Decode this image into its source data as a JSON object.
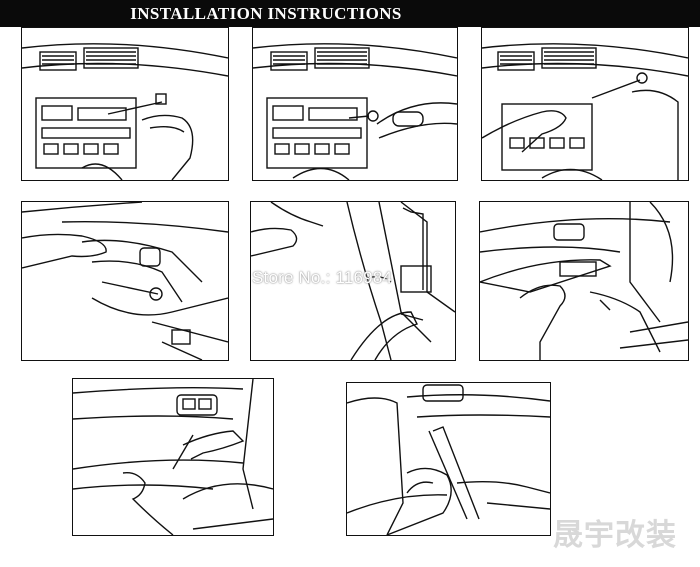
{
  "header": {
    "title": "INSTALLATION INSTRUCTIONS"
  },
  "watermark": {
    "store_label": "Store No.: 116984"
  },
  "brand": {
    "text": "晟宇改装"
  },
  "panels": [
    {
      "step": "remove-vent-with-pry-tool",
      "icon": "dashboard-vent-pry-illustration"
    },
    {
      "step": "pry-radio-panel-edge",
      "icon": "dashboard-radio-pry-illustration"
    },
    {
      "step": "lift-center-console-panel",
      "icon": "dashboard-panel-lift-illustration"
    },
    {
      "step": "pry-door-handle-trim",
      "icon": "door-handle-pry-illustration"
    },
    {
      "step": "remove-door-panel-clip",
      "icon": "door-clip-pry-illustration"
    },
    {
      "step": "lift-window-switch-panel",
      "icon": "window-switch-lift-illustration"
    },
    {
      "step": "pry-lower-door-trim",
      "icon": "lower-door-trim-pry-illustration"
    },
    {
      "step": "remove-door-pocket-trim",
      "icon": "door-pocket-pry-illustration"
    }
  ]
}
